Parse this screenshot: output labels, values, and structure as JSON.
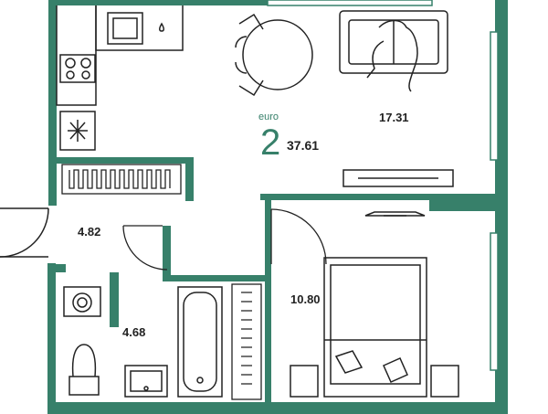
{
  "apartment": {
    "type_label": "euro",
    "rooms": "2",
    "total_area": "37.61"
  },
  "rooms": {
    "kitchen_living_area": "17.31",
    "hallway_area": "4.82",
    "bedroom_area": "10.80",
    "bathroom_area": "4.68"
  },
  "colors": {
    "wall": "#37806a",
    "line": "#222222",
    "background": "#ffffff",
    "accent_text": "#37806a"
  },
  "icons": [
    "sink-icon",
    "stove-icon",
    "fridge-icon",
    "radiator-icon",
    "dining-table-icon",
    "sofa-icon",
    "tv-stand-icon",
    "bed-icon",
    "pillow-icon",
    "nightstand-icon",
    "bathtub-icon",
    "washing-machine-icon",
    "toilet-icon",
    "bathroom-sink-icon",
    "wardrobe-icon",
    "door-swing-icon",
    "window-icon"
  ]
}
